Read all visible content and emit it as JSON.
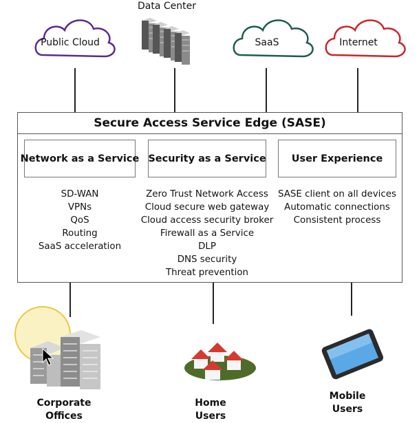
{
  "top_nodes": {
    "public_cloud": "Public Cloud",
    "data_center": "Data Center",
    "saas": "SaaS",
    "internet": "Internet"
  },
  "sase": {
    "title": "Secure Access Service Edge (SASE)",
    "pillars": [
      {
        "title": "Network as a Service",
        "items": [
          "SD-WAN",
          "VPNs",
          "QoS",
          "Routing",
          "SaaS acceleration"
        ]
      },
      {
        "title": "Security as a Service",
        "items": [
          "Zero Trust Network Access",
          "Cloud secure web gateway",
          "Cloud access security broker",
          "Firewall as a Service",
          "DLP",
          "DNS security",
          "Threat prevention"
        ]
      },
      {
        "title": "User Experience",
        "items": [
          "SASE client on all devices",
          "Automatic connections",
          "Consistent process"
        ]
      }
    ]
  },
  "endpoints": {
    "corporate": [
      "Corporate",
      "Offices"
    ],
    "home": [
      "Home",
      "Users"
    ],
    "mobile": [
      "Mobile",
      "Users"
    ]
  },
  "colors": {
    "public_cloud": "#5b2a8e",
    "saas": "#1e5b4e",
    "internet": "#c8262b",
    "highlight": "#f3e27a"
  }
}
